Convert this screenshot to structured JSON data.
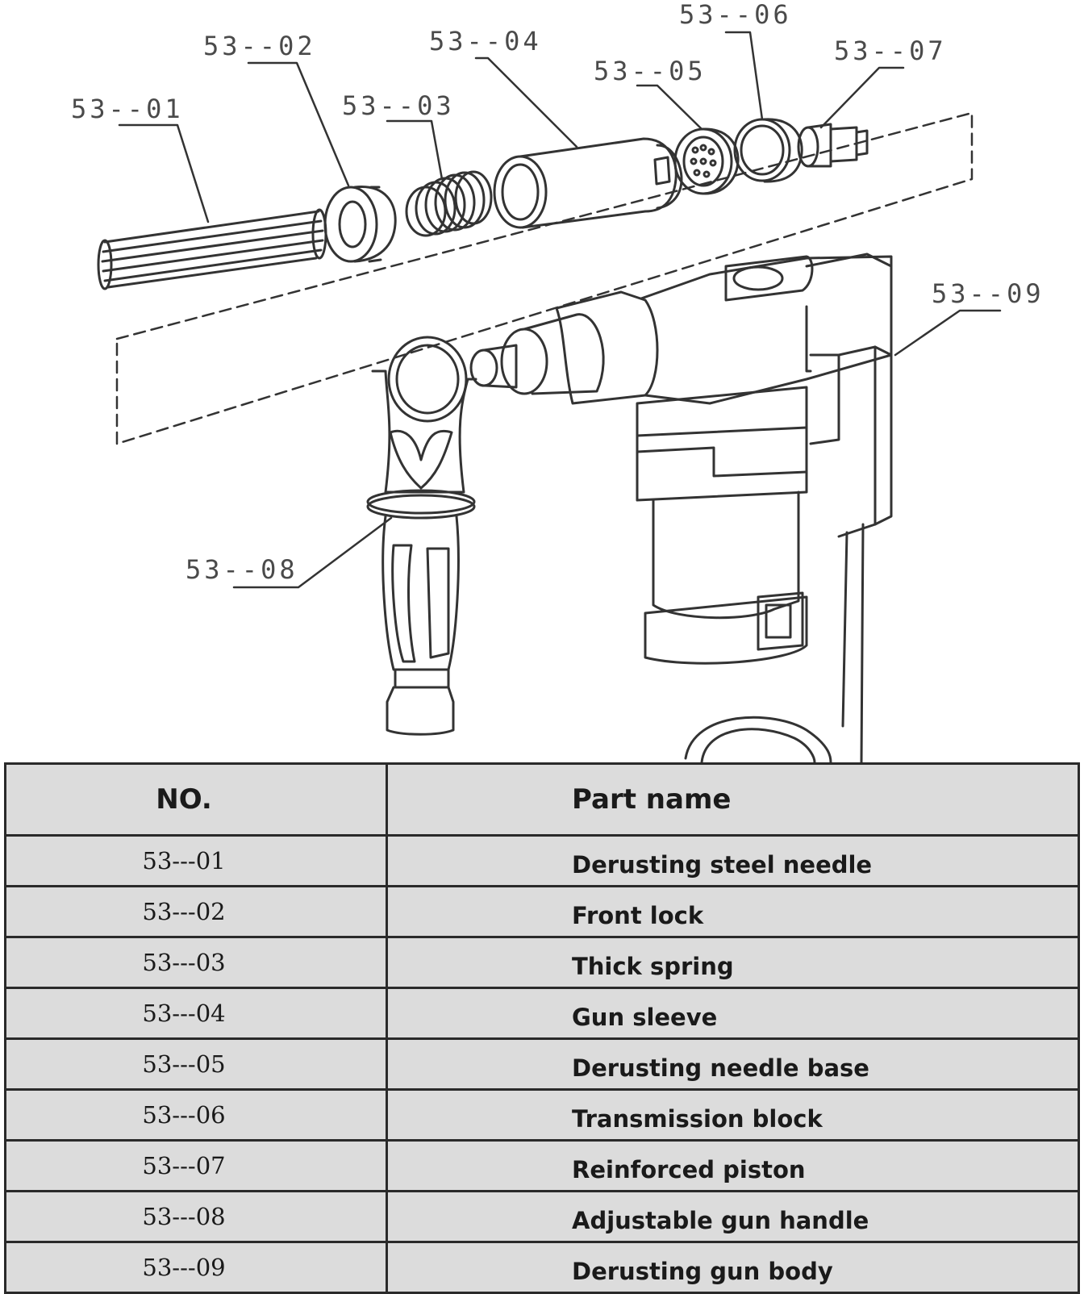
{
  "diagram": {
    "callouts": [
      "53--01",
      "53--02",
      "53--03",
      "53--04",
      "53--05",
      "53--06",
      "53--07",
      "53--08",
      "53--09"
    ]
  },
  "table": {
    "headers": {
      "no": "NO.",
      "name": "Part name"
    },
    "rows": [
      {
        "no": "53---01",
        "name": "Derusting steel needle"
      },
      {
        "no": "53---02",
        "name": "Front lock"
      },
      {
        "no": "53---03",
        "name": "Thick spring"
      },
      {
        "no": "53---04",
        "name": "Gun sleeve"
      },
      {
        "no": "53---05",
        "name": "Derusting needle base"
      },
      {
        "no": "53---06",
        "name": "Transmission block"
      },
      {
        "no": "53---07",
        "name": "Reinforced piston"
      },
      {
        "no": "53---08",
        "name": "Adjustable gun handle"
      },
      {
        "no": "53---09",
        "name": "Derusting gun body"
      }
    ]
  }
}
